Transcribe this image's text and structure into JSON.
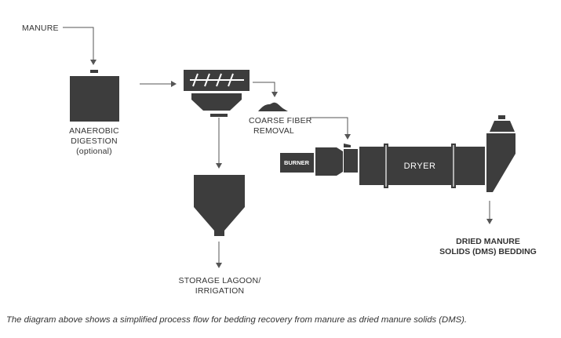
{
  "labels": {
    "manure": "MANURE",
    "anaerobic_line1": "ANAEROBIC",
    "anaerobic_line2": "DIGESTION",
    "anaerobic_line3": "(optional)",
    "coarse_line1": "COARSE FIBER",
    "coarse_line2": "REMOVAL",
    "burner": "BURNER",
    "dryer": "DRYER",
    "storage_line1": "STORAGE LAGOON/",
    "storage_line2": "IRRIGATION",
    "dms_line1": "DRIED MANURE",
    "dms_line2": "SOLIDS (DMS) BEDDING"
  },
  "caption": "The diagram above shows a simplified process flow for bedding recovery from manure as dried manure solids (DMS).",
  "colors": {
    "shape": "#3d3d3d",
    "line": "#555555",
    "text": "#333333"
  }
}
